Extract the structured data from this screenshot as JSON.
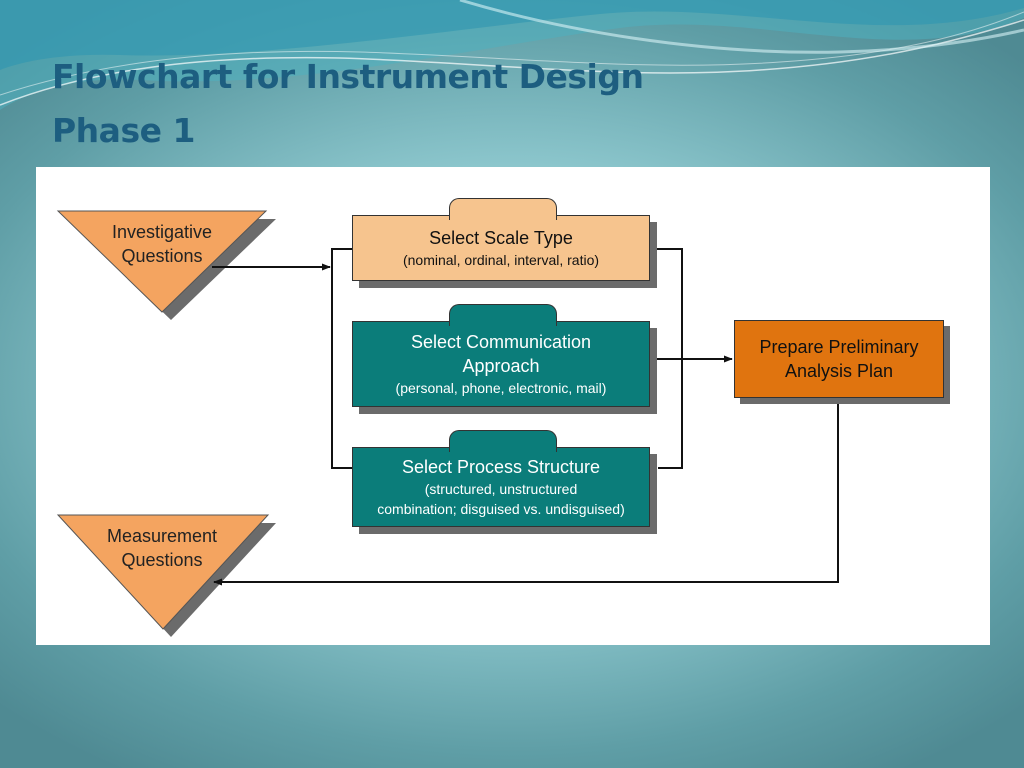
{
  "slide": {
    "title_line1": "Flowchart for Instrument Design",
    "title_line2": "Phase 1"
  },
  "diagram": {
    "nodes": {
      "investigative": {
        "label_line1": "Investigative",
        "label_line2": "Questions"
      },
      "scale": {
        "title": "Select Scale Type",
        "detail": "(nominal, ordinal, interval, ratio)"
      },
      "communication": {
        "title_line1": "Select Communication",
        "title_line2": "Approach",
        "detail": "(personal, phone, electronic, mail)"
      },
      "process": {
        "title": "Select Process Structure",
        "detail_line1": "(structured, unstructured",
        "detail_line2": "combination; disguised vs. undisguised)"
      },
      "analysis": {
        "label_line1": "Prepare Preliminary",
        "label_line2": "Analysis Plan"
      },
      "measurement": {
        "label_line1": "Measurement",
        "label_line2": "Questions"
      }
    },
    "edges": [
      {
        "from": "investigative",
        "to": "select-group"
      },
      {
        "from": "select-group",
        "to": "analysis"
      },
      {
        "from": "analysis",
        "to": "measurement"
      }
    ],
    "colors": {
      "triangle": "#f4a460",
      "scale_box": "#f6c48e",
      "teal_box": "#0b7d7a",
      "analysis_box": "#e0740f",
      "title_text": "#1d5e80"
    }
  }
}
